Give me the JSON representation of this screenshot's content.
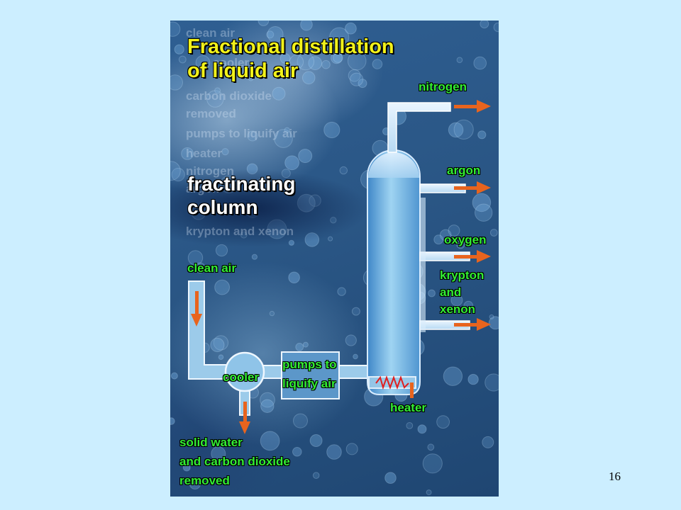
{
  "title": {
    "line1": "Fractional distillation",
    "line2": "of liquid air"
  },
  "subtitle": {
    "line1": "fractinating",
    "line2": "column"
  },
  "ghost_labels": [
    "clean air",
    "cooler",
    "carbon dioxide",
    "removed",
    "pumps to liquify air",
    "heater",
    "nitrogen",
    "argon",
    "krypton and xenon"
  ],
  "labels": {
    "nitrogen": "nitrogen",
    "argon": "argon",
    "oxygen": "oxygen",
    "krypton_xenon": [
      "krypton",
      "and",
      "xenon"
    ],
    "clean_air": "clean air",
    "cooler": "cooler",
    "pumps": [
      "pumps to",
      "liquify air"
    ],
    "heater": "heater",
    "removed": [
      "solid water",
      "and carbon dioxide",
      "removed"
    ]
  },
  "colors": {
    "slide_background": "#cceeff",
    "title_text": "#f2f21a",
    "label_text": "#33ee33",
    "arrow": "#e8641e",
    "heater_coil": "#e02020"
  },
  "page_number": "16"
}
